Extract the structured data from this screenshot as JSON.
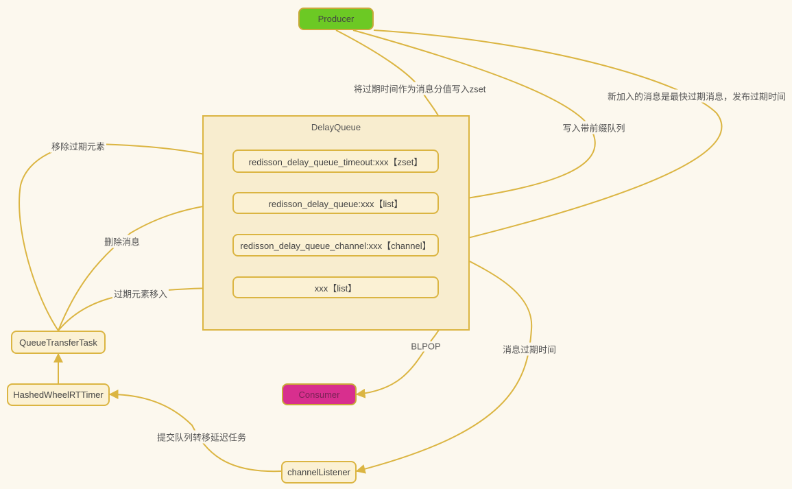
{
  "producer": {
    "label": "Producer"
  },
  "consumer": {
    "label": "Consumer"
  },
  "delay_queue": {
    "title": "DelayQueue",
    "items": [
      "redisson_delay_queue_timeout:xxx【zset】",
      "redisson_delay_queue:xxx【list】",
      "redisson_delay_queue_channel:xxx【channel】",
      "xxx【list】"
    ]
  },
  "left_nodes": {
    "transfer_task": "QueueTransferTask",
    "timer": "HashedWheelRTTimer",
    "channel_listener": "channelListener"
  },
  "edge_labels": {
    "write_zset": "将过期时间作为消息分值写入zset",
    "write_prefix_queue": "写入带前缀队列",
    "publish_earliest": "新加入的消息是最快过期消息，发布过期时间",
    "remove_expired": "移除过期元素",
    "delete_message": "删除消息",
    "move_expired": "过期元素移入",
    "blpop": "BLPOP",
    "message_expire_time": "消息过期时间",
    "submit_transfer": "提交队列转移延迟任务"
  },
  "colors": {
    "background": "#fcf8ee",
    "edge": "#dbb542",
    "node_fill": "#fbf1d4",
    "producer": "#6cc924",
    "consumer": "#d82f8e"
  }
}
